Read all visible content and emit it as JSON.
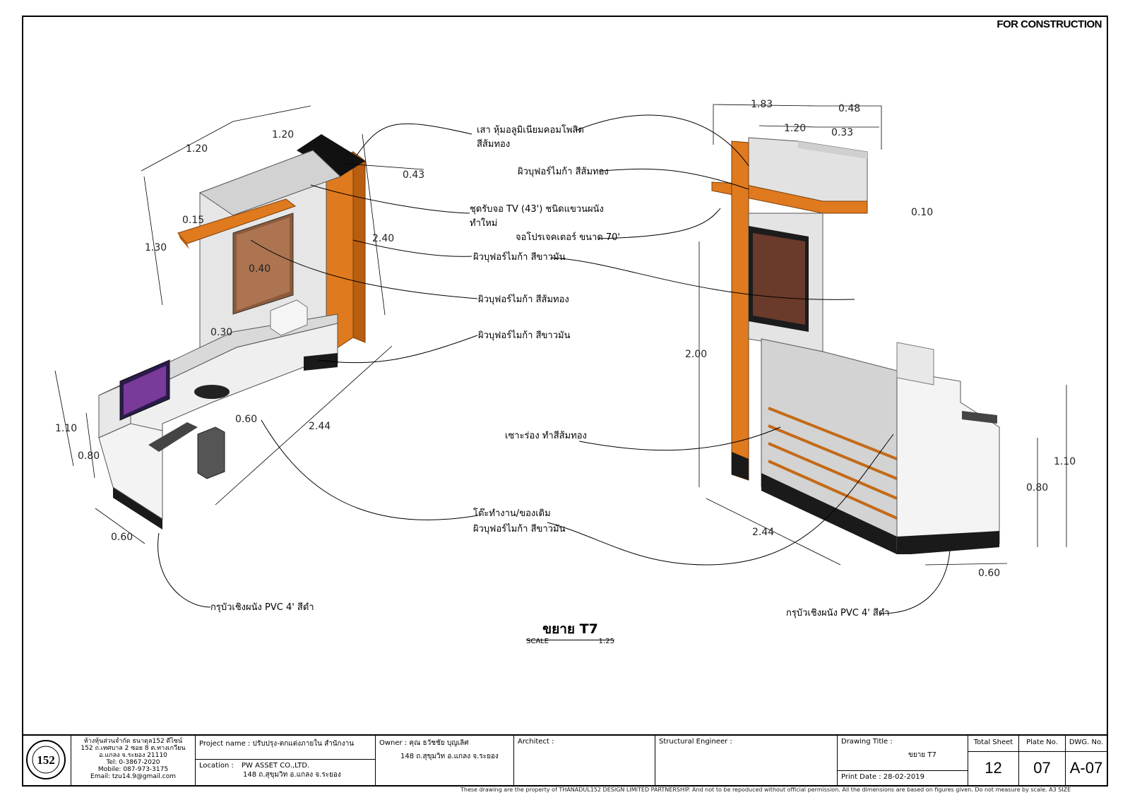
{
  "stamp": "FOR CONSTRUCTION",
  "drawing": {
    "heading": "ขยาย T7",
    "scale_label": "SCALE",
    "scale_value": "1:25"
  },
  "callouts": [
    {
      "id": "c1",
      "text": "เสา หุ้มอลูมิเนียมคอมโพสิต"
    },
    {
      "id": "c1b",
      "text": "สีส้มทอง"
    },
    {
      "id": "c2",
      "text": "ผิวบุฟอร์ไมก้า สีส้มทอง"
    },
    {
      "id": "c3",
      "text": "ชุดรับจอ TV (43') ชนิดแขวนผนัง"
    },
    {
      "id": "c3b",
      "text": "ทำใหม่"
    },
    {
      "id": "c4",
      "text": "จอโปรเจคเตอร์ ขนาด 70'"
    },
    {
      "id": "c5",
      "text": "ผิวบุฟอร์ไมก้า สีขาวมัน"
    },
    {
      "id": "c6",
      "text": "ผิวบุฟอร์ไมก้า สีส้มทอง"
    },
    {
      "id": "c7",
      "text": "ผิวบุฟอร์ไมก้า สีขาวมัน"
    },
    {
      "id": "c8",
      "text": "เซาะร่อง ทำสีส้มทอง"
    },
    {
      "id": "c9",
      "text": "โต๊ะทำงาน/ของเดิม"
    },
    {
      "id": "c9b",
      "text": "ผิวบุฟอร์ไมก้า สีขาวมัน"
    },
    {
      "id": "c10",
      "text": "กรุบัวเชิงผนัง PVC 4' สีดำ"
    },
    {
      "id": "c11",
      "text": "กรุบัวเชิงผนัง PVC 4' สีดำ"
    }
  ],
  "dimensions_left": {
    "d120a": "1.20",
    "d120b": "1.20",
    "d043": "0.43",
    "d015": "0.15",
    "d130": "1.30",
    "d040": "0.40",
    "d240": "2.40",
    "d030": "0.30",
    "d244": "2.44",
    "d060": "0.60",
    "d110": "1.10",
    "d080": "0.80",
    "d060b": "0.60"
  },
  "dimensions_right": {
    "d183": "1.83",
    "d048": "0.48",
    "d120": "1.20",
    "d033": "0.33",
    "d010": "0.10",
    "d200": "2.00",
    "d244": "2.44",
    "d060": "0.60",
    "d110": "1.10",
    "d080": "0.80"
  },
  "colors": {
    "orange": "#E07A1E",
    "orange_dark": "#B85E12",
    "light_gray": "#DEDEDE",
    "mid_gray": "#BDBDBD",
    "dark": "#1A1A1A",
    "white_panel": "#F1F1F1"
  },
  "title_block": {
    "firm_lines": [
      "ห้างหุ้นส่วนจำกัด ธนาดุล152 ดีไซน์",
      "152 ถ.เทศบาล 2 ซอย 8 ต.ทางเกวียน",
      "อ.แกลง จ.ระยอง 21110",
      "Tel:  0-3867-2020",
      "Mobile:  087-973-3175",
      "Email:  tzu14.9@gmail.com"
    ],
    "seal_text": "152",
    "project_label": "Project name : ปรับปรุง-ตกแต่งภายใน สำนักงาน",
    "location_label": "Location :",
    "location_line1": "PW ASSET CO.,LTD.",
    "location_line2": "148 ถ.สุขุมวิท อ.แกลง จ.ระยอง",
    "owner_label": "Owner : คุณ ธวัชชัย บุญเลิศ",
    "owner_line2": "148 ถ.สุขุมวิท อ.แกลง จ.ระยอง",
    "architect_label": "Architect :",
    "engineer_label": "Structural Engineer :",
    "drawing_title_label": "Drawing Title :",
    "drawing_title_value": "ขยาย T7",
    "print_date": "Print Date :  28-02-2019",
    "total_sheet_label": "Total Sheet",
    "total_sheet_value": "12",
    "plate_label": "Plate No.",
    "plate_value": "07",
    "dwg_label": "DWG. No.",
    "dwg_value": "A-07"
  },
  "footer_text": "These drawing are the property of THANADUL152 DESIGN LIMITED PARTNERSHIP. And not to be repoduced without official permission. All the dimensions are based on figures given. Do not measure by scale. A3 SIZE"
}
